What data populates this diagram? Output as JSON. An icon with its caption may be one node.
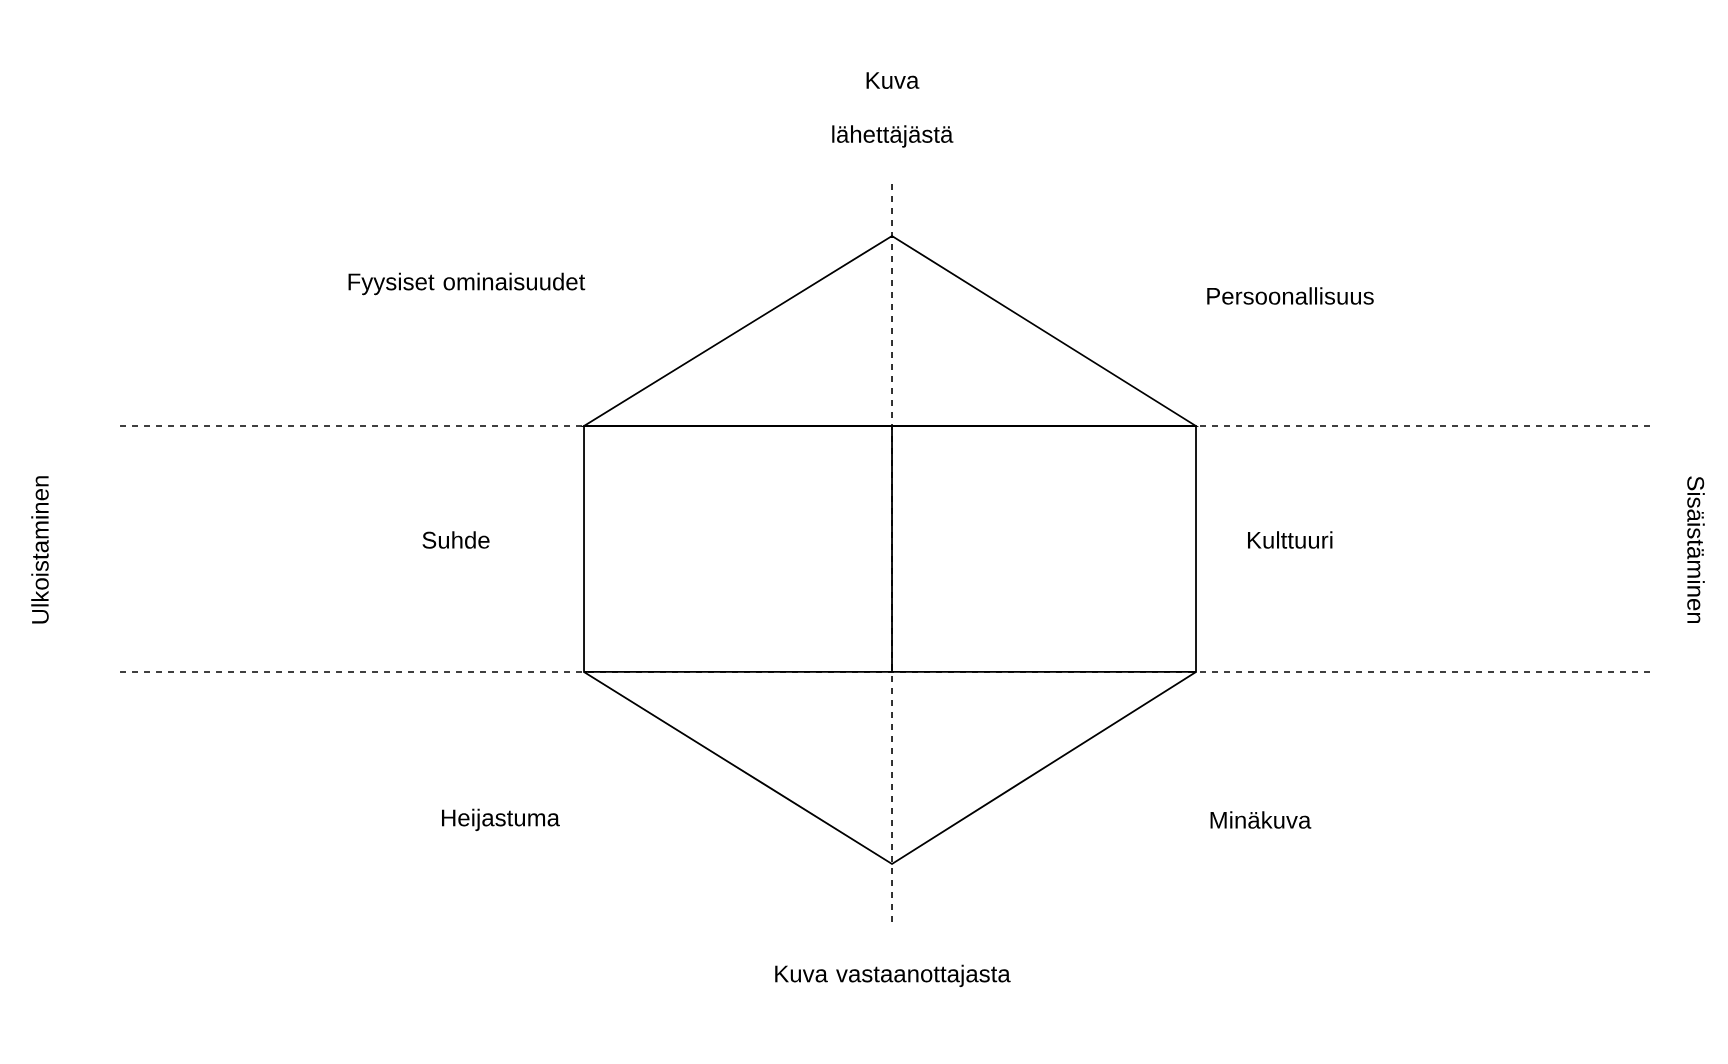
{
  "diagram": {
    "labels": [
      "Kuva lähettäjästä",
      "Fyysiset ominaisuudet",
      "Persoonallisuus",
      "Ulkoistaminen",
      "Suhde",
      "Kulttuuri",
      "Sisäistäminen",
      "Heijastuma",
      "Minäkuva",
      "Kuva vastaanottajasta"
    ]
  }
}
